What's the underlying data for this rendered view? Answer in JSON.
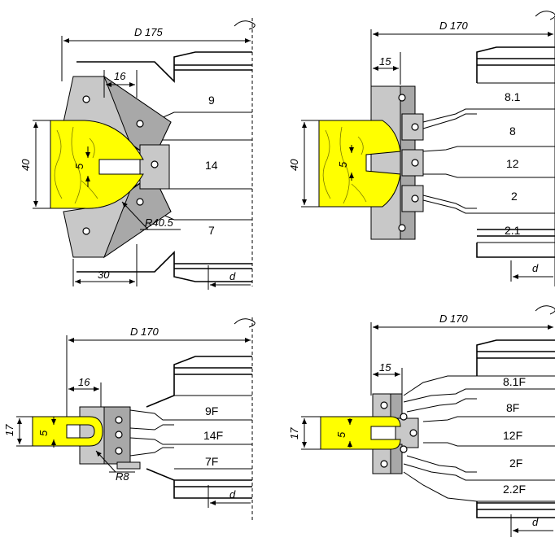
{
  "diagrams": [
    {
      "id": "top-left",
      "diameter": "D 175",
      "dims": {
        "width": "16",
        "height": "40",
        "slot": "5",
        "radius": "R40.5",
        "bottom": "30",
        "bore": "d"
      },
      "knives": [
        "9",
        "14",
        "7"
      ]
    },
    {
      "id": "top-right",
      "diameter": "D 170",
      "dims": {
        "width": "15",
        "height": "40",
        "slot": "5",
        "bore": "d"
      },
      "knives": [
        "8.1",
        "8",
        "12",
        "2",
        "2.1"
      ]
    },
    {
      "id": "bottom-left",
      "diameter": "D 170",
      "dims": {
        "width": "16",
        "height": "17",
        "slot": "5",
        "radius": "R8",
        "bore": "d"
      },
      "knives": [
        "9F",
        "14F",
        "7F"
      ]
    },
    {
      "id": "bottom-right",
      "diameter": "D 170",
      "dims": {
        "width": "15",
        "height": "17",
        "slot": "5",
        "bore": "d"
      },
      "knives": [
        "8.1F",
        "8F",
        "12F",
        "2F",
        "2.2F"
      ]
    }
  ]
}
